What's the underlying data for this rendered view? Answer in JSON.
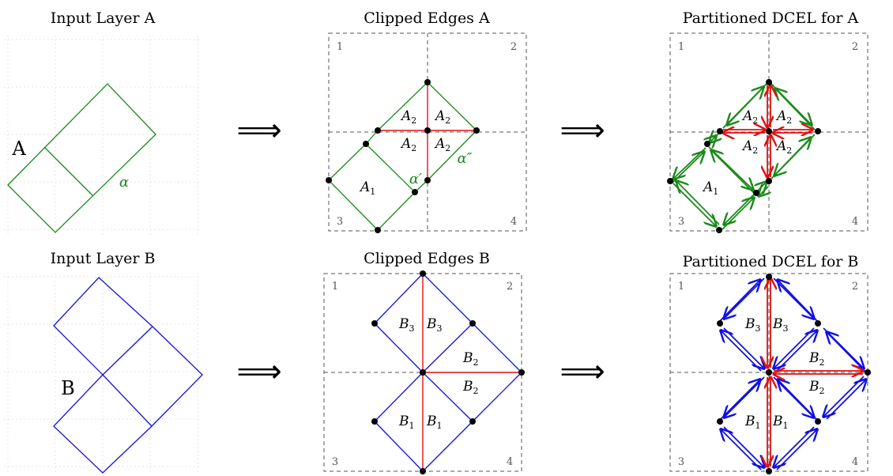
{
  "titles": {
    "input_a": "Input Layer A",
    "clipped_a": "Clipped Edges A",
    "dcel_a": "Partitioned DCEL for A",
    "input_b": "Input Layer B",
    "clipped_b": "Clipped Edges B",
    "dcel_b": "Partitioned DCEL for B"
  },
  "layer_labels": {
    "a": "A",
    "b": "B"
  },
  "edge_labels": {
    "alpha": "α",
    "alpha_prime": "α′",
    "alpha_double_prime": "α″"
  },
  "quadrant_numbers": [
    "1",
    "2",
    "3",
    "4"
  ],
  "face_labels_a": {
    "a2": {
      "base": "A",
      "sub": "2"
    },
    "a1": {
      "base": "A",
      "sub": "1"
    }
  },
  "face_labels_b": {
    "b3": {
      "base": "B",
      "sub": "3"
    },
    "b2": {
      "base": "B",
      "sub": "2"
    },
    "b1": {
      "base": "B",
      "sub": "1"
    }
  },
  "implies_symbol": "⟹",
  "colors": {
    "layer_a": "#1a8a1a",
    "layer_b": "#1010e0",
    "partition_edge": "#e01010",
    "frame": "#555555"
  }
}
